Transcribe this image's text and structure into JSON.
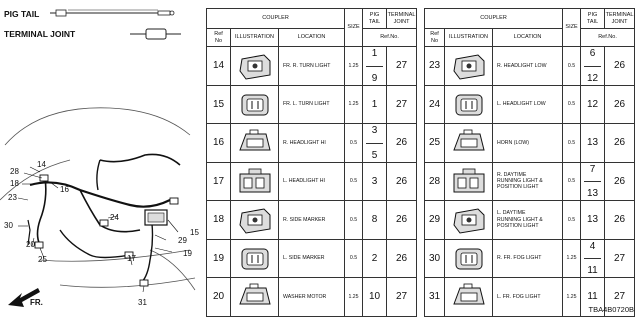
{
  "legend": {
    "pig_tail": "PIG TAIL",
    "terminal_joint": "TERMINAL JOINT"
  },
  "headers": {
    "coupler": "COUPLER",
    "ref_no": "Ref\nNo",
    "illustration": "ILLUSTRATION",
    "location": "LOCATION",
    "size": "SIZE",
    "pig_tail": "PIG\nTAIL",
    "terminal_joint": "TERMINAL\nJOINT",
    "ref_no_sub": "Ref.No."
  },
  "left_table": [
    {
      "ref": "14",
      "location": "FR. R. TURN LIGHT",
      "size": "1.25",
      "pig_top": "1",
      "pig_bottom": "9",
      "joint": "27"
    },
    {
      "ref": "15",
      "location": "FR. L. TURN LIGHT",
      "size": "1.25",
      "pig_top": "1",
      "pig_bottom": "",
      "joint": "27"
    },
    {
      "ref": "16",
      "location": "R. HEADLIGHT HI",
      "size": "0.5",
      "pig_top": "3",
      "pig_bottom": "5",
      "joint": "26"
    },
    {
      "ref": "17",
      "location": "L. HEADLIGHT HI",
      "size": "0.5",
      "pig_top": "3",
      "pig_bottom": "",
      "joint": "26"
    },
    {
      "ref": "18",
      "location": "R. SIDE MARKER",
      "size": "0.5",
      "pig_top": "8",
      "pig_bottom": "",
      "joint": "26"
    },
    {
      "ref": "19",
      "location": "L. SIDE MARKER",
      "size": "0.5",
      "pig_top": "2",
      "pig_bottom": "",
      "joint": "26"
    },
    {
      "ref": "20",
      "location": "WASHER MOTOR",
      "size": "1.25",
      "pig_top": "10",
      "pig_bottom": "",
      "joint": "27"
    }
  ],
  "right_table": [
    {
      "ref": "23",
      "location": "R. HEADLIGHT LOW",
      "size": "0.5",
      "pig_top": "6",
      "pig_bottom": "12",
      "joint": "26"
    },
    {
      "ref": "24",
      "location": "L. HEADLIGHT LOW",
      "size": "0.5",
      "pig_top": "12",
      "pig_bottom": "",
      "joint": "26"
    },
    {
      "ref": "25",
      "location": "HORN (LOW)",
      "size": "0.5",
      "pig_top": "13",
      "pig_bottom": "",
      "joint": "26"
    },
    {
      "ref": "28",
      "location": "R. DAYTIME\nRUNNING LIGHT &\nPOSITION LIGHT",
      "size": "0.5",
      "pig_top": "7",
      "pig_bottom": "13",
      "joint": "26"
    },
    {
      "ref": "29",
      "location": "L. DAYTIME\nRUNNING LIGHT &\nPOSITION LIGHT",
      "size": "0.5",
      "pig_top": "13",
      "pig_bottom": "",
      "joint": "26"
    },
    {
      "ref": "30",
      "location": "R. FR. FOG LIGHT",
      "size": "1.25",
      "pig_top": "4",
      "pig_bottom": "11",
      "joint": "27"
    },
    {
      "ref": "31",
      "location": "L. FR. FOG LIGHT",
      "size": "1.25",
      "pig_top": "11",
      "pig_bottom": "",
      "joint": "27"
    }
  ],
  "callouts": [
    "28",
    "14",
    "18",
    "16",
    "23",
    "30",
    "20",
    "25",
    "24",
    "15",
    "29",
    "17",
    "19",
    "31"
  ],
  "arrow_label": "FR.",
  "diagram_code": "TBA4B0720B"
}
